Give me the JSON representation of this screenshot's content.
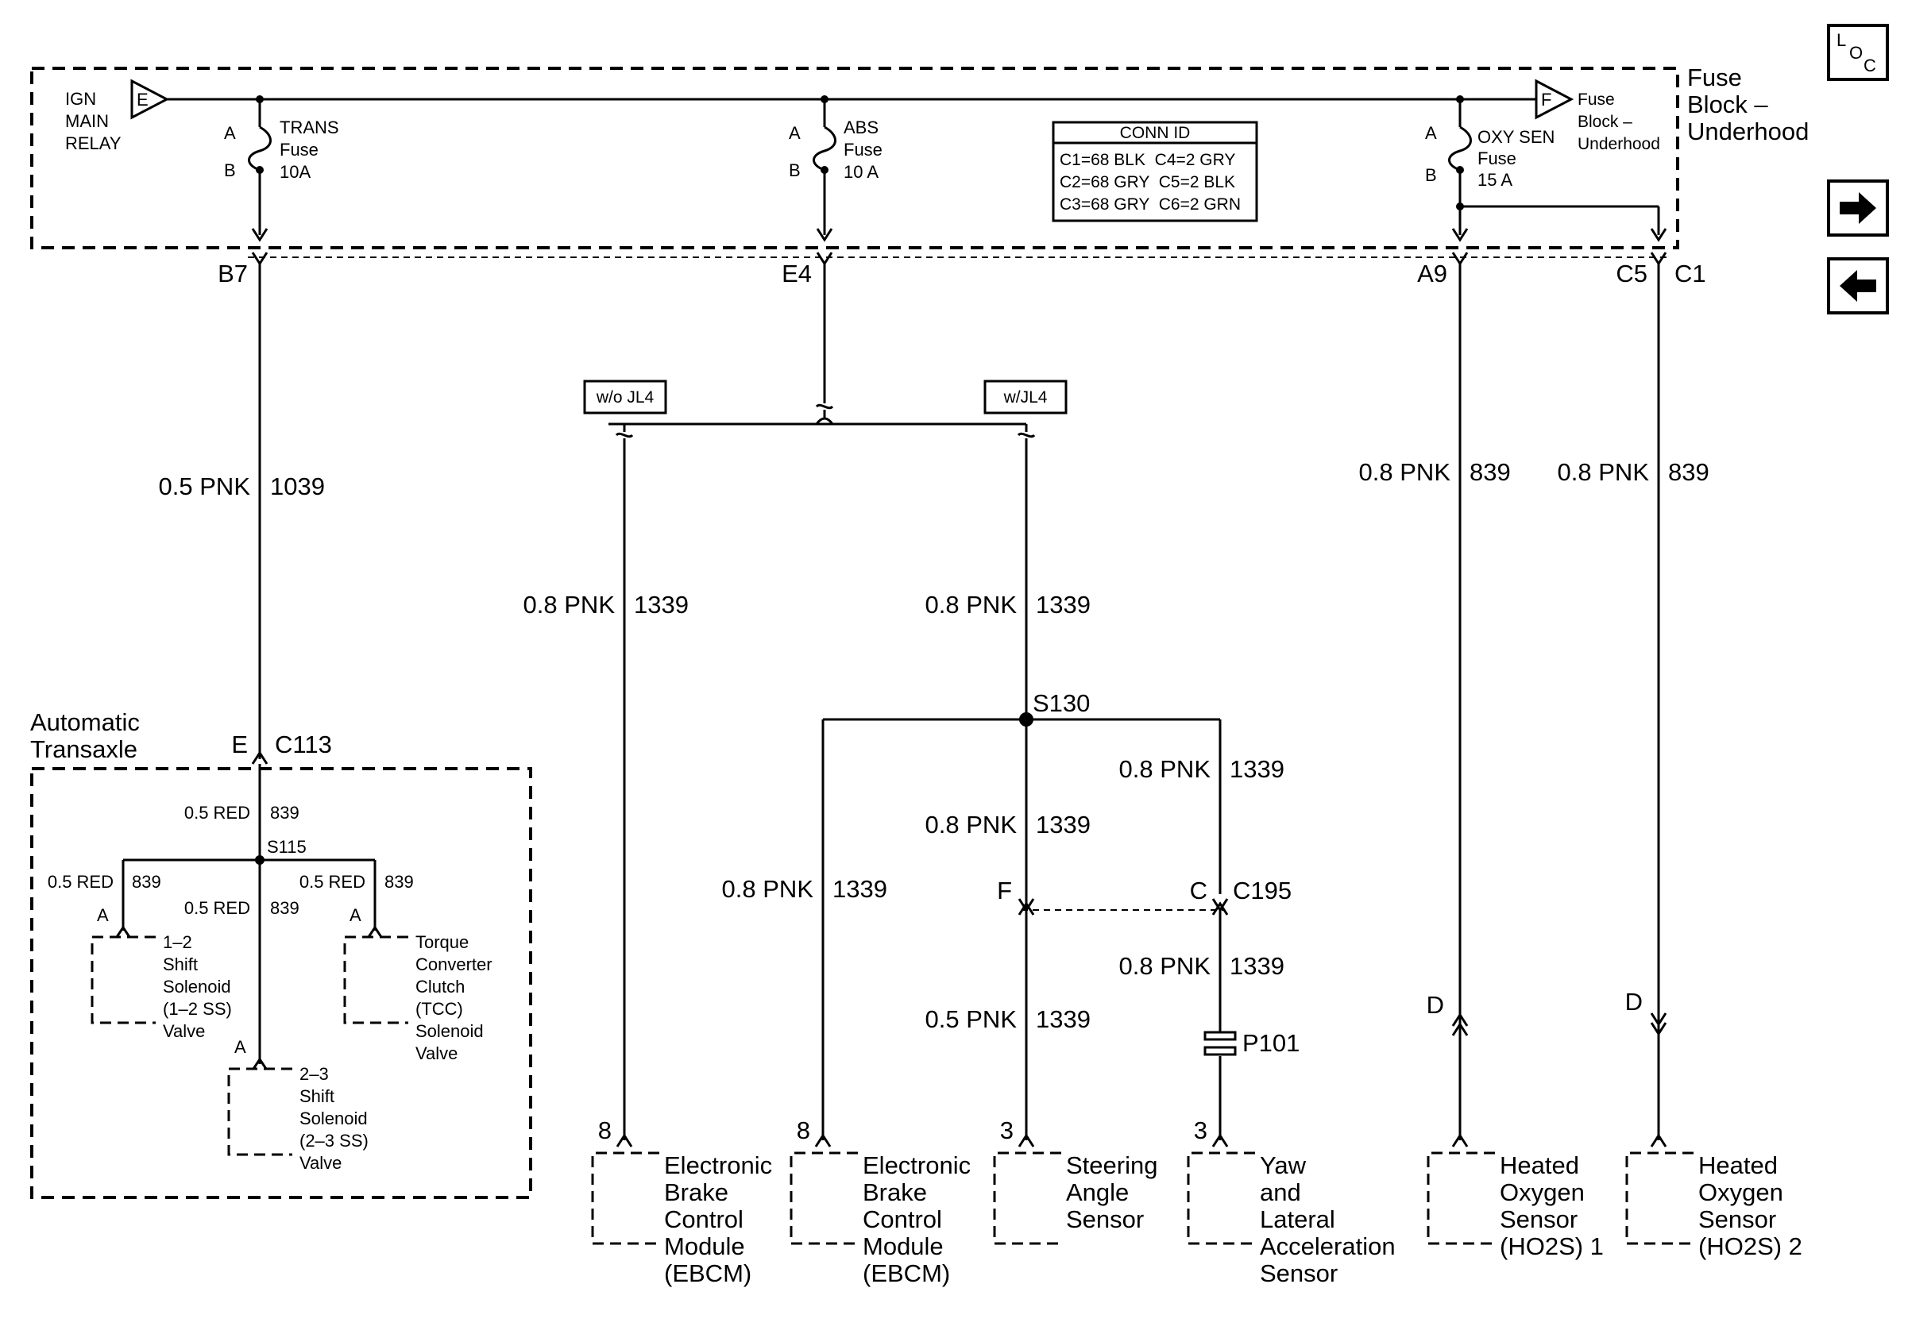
{
  "fuse_block": {
    "title_line1": "Fuse",
    "title_line2": "Block –",
    "title_line3": "Underhood",
    "ign_line1": "IGN",
    "ign_line2": "MAIN",
    "ign_line3": "RELAY",
    "flag_e": "E",
    "flag_f": "F",
    "feed_line1": "Fuse",
    "feed_line2": "Block –",
    "feed_line3": "Underhood",
    "trans_fuse": {
      "pin_a": "A",
      "pin_b": "B",
      "name": "TRANS",
      "kind": "Fuse",
      "rating": "10A"
    },
    "abs_fuse": {
      "pin_a": "A",
      "pin_b": "B",
      "name": "ABS",
      "kind": "Fuse",
      "rating": "10 A"
    },
    "oxy_fuse": {
      "pin_a": "A",
      "pin_b": "B",
      "name": "OXY SEN",
      "kind": "Fuse",
      "rating": "15 A"
    }
  },
  "conn_id": {
    "title": "CONN ID",
    "row1": "C1=68 BLK  C4=2 GRY",
    "row2": "C2=68 GRY  C5=2 BLK",
    "row3": "C3=68 GRY  C6=2 GRN"
  },
  "nav": {
    "loc_l": "L",
    "loc_o": "O",
    "loc_c": "C"
  },
  "connectors": {
    "b7": "B7",
    "e4": "E4",
    "a9": "A9",
    "c5": "C5",
    "c1": "C1",
    "e_pin": "E",
    "c113": "C113",
    "f_pin": "F",
    "c_pin": "C",
    "c195": "C195",
    "d_left": "D",
    "d_right": "D",
    "p101": "P101",
    "pin8_a": "8",
    "pin8_b": "8",
    "pin3_a": "3",
    "pin3_b": "3"
  },
  "options": {
    "without": "w/o JL4",
    "with": "w/JL4"
  },
  "splices": {
    "s130": "S130",
    "s115": "S115"
  },
  "wires": {
    "trans_gauge": "0.5 PNK",
    "trans_circuit": "1039",
    "wo_gauge": "0.8 PNK",
    "wo_circuit": "1339",
    "w_gauge": "0.8 PNK",
    "w_circuit": "1339",
    "oxy1_gauge": "0.8 PNK",
    "oxy1_circuit": "839",
    "oxy2_gauge": "0.8 PNK",
    "oxy2_circuit": "839",
    "ebcm2_gauge": "0.8 PNK",
    "ebcm2_circuit": "1339",
    "steer_upper_gauge": "0.8 PNK",
    "steer_upper_circuit": "1339",
    "steer_lower_gauge": "0.5 PNK",
    "steer_lower_circuit": "1339",
    "yaw_upper_gauge": "0.8 PNK",
    "yaw_upper_circuit": "1339",
    "yaw_lower_gauge": "0.8 PNK",
    "yaw_lower_circuit": "1339"
  },
  "transaxle": {
    "title_line1": "Automatic",
    "title_line2": "Transaxle",
    "top_gauge": "0.5 RED",
    "top_circuit": "839",
    "left_gauge": "0.5 RED",
    "left_circuit": "839",
    "mid_gauge": "0.5 RED",
    "mid_circuit": "839",
    "right_gauge": "0.5 RED",
    "right_circuit": "839",
    "pin_a1": "A",
    "pin_a2": "A",
    "pin_a3": "A",
    "ss12": [
      "1–2",
      "Shift",
      "Solenoid",
      "(1–2 SS)",
      "Valve"
    ],
    "tcc": [
      "Torque",
      "Converter",
      "Clutch",
      "(TCC)",
      "Solenoid",
      "Valve"
    ],
    "ss23": [
      "2–3",
      "Shift",
      "Solenoid",
      "(2–3 SS)",
      "Valve"
    ]
  },
  "components": {
    "ebcm1": [
      "Electronic",
      "Brake",
      "Control",
      "Module",
      "(EBCM)"
    ],
    "ebcm2": [
      "Electronic",
      "Brake",
      "Control",
      "Module",
      "(EBCM)"
    ],
    "steering": [
      "Steering",
      "Angle",
      "Sensor"
    ],
    "yaw": [
      "Yaw",
      "and",
      "Lateral",
      "Acceleration",
      "Sensor"
    ],
    "ho2s1": [
      "Heated",
      "Oxygen",
      "Sensor",
      "(HO2S) 1"
    ],
    "ho2s2": [
      "Heated",
      "Oxygen",
      "Sensor",
      "(HO2S) 2"
    ]
  }
}
